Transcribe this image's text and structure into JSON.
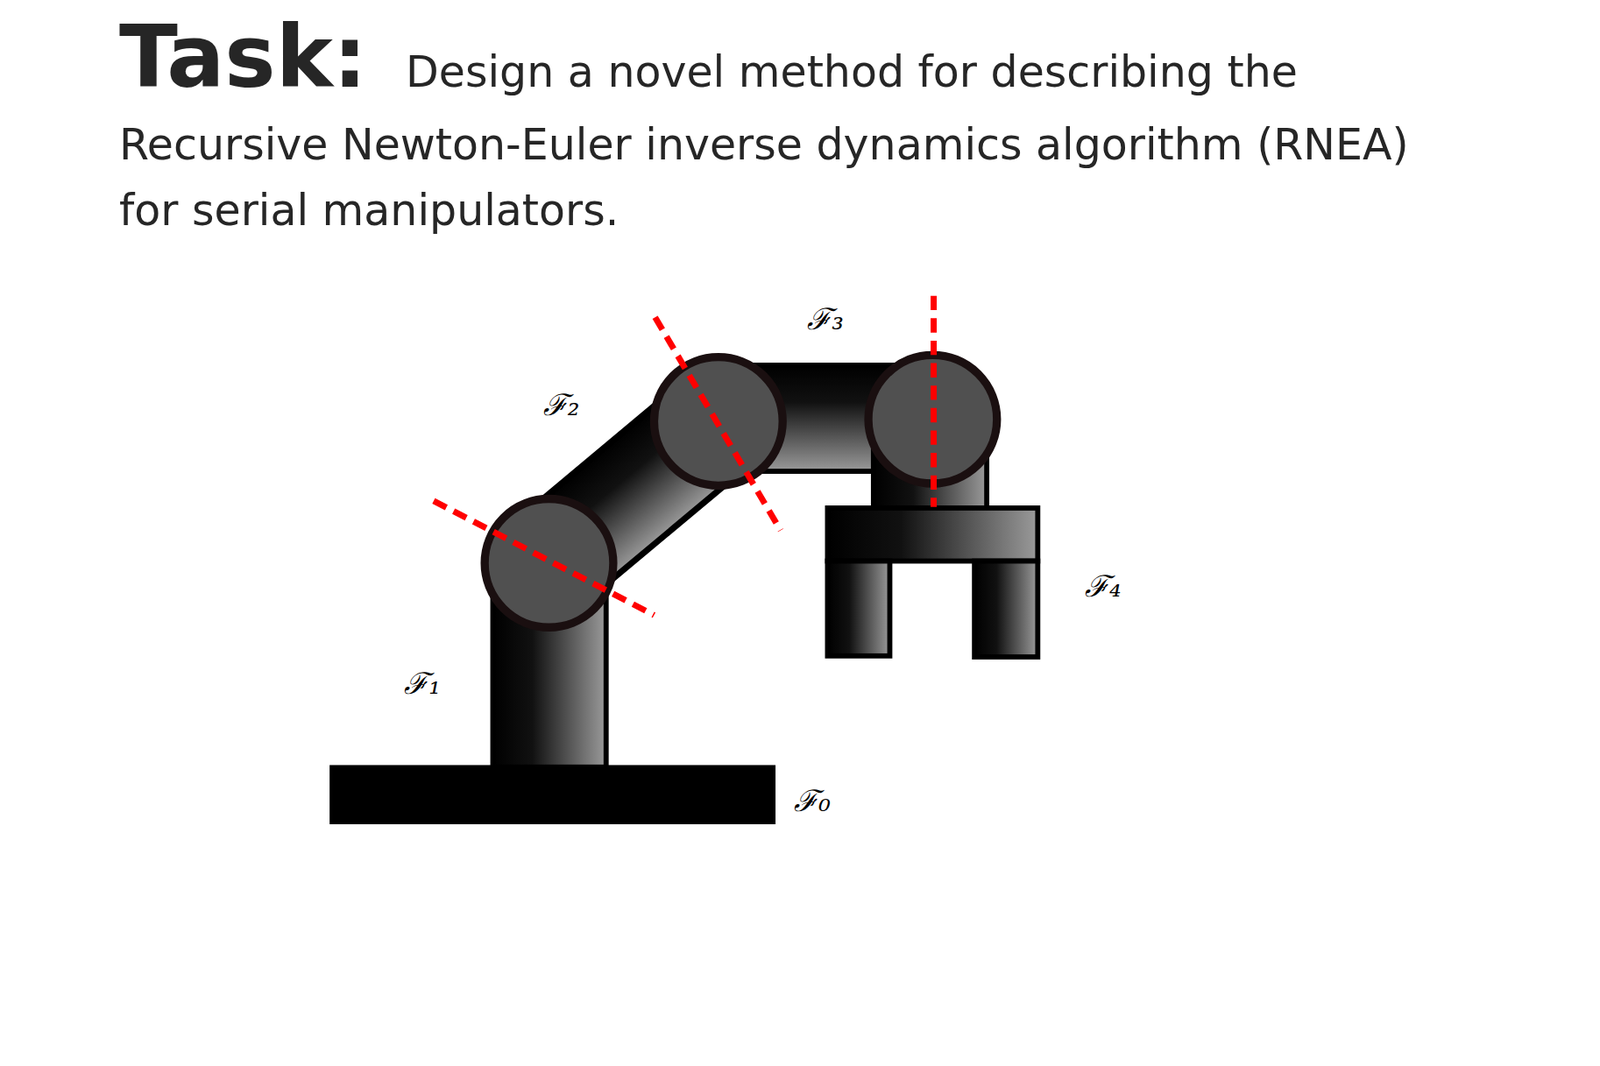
{
  "diagram": {
    "title": "Task:",
    "labels": [
      "Design a novel method for describing the Recursive Newton-Euler inverse dynamics algorithm (RNEA) for serial manipulators.",
      "ℱ₃",
      "ℱ₂",
      "ℱ₄",
      "ℱ₁",
      "ℱ₀"
    ]
  }
}
